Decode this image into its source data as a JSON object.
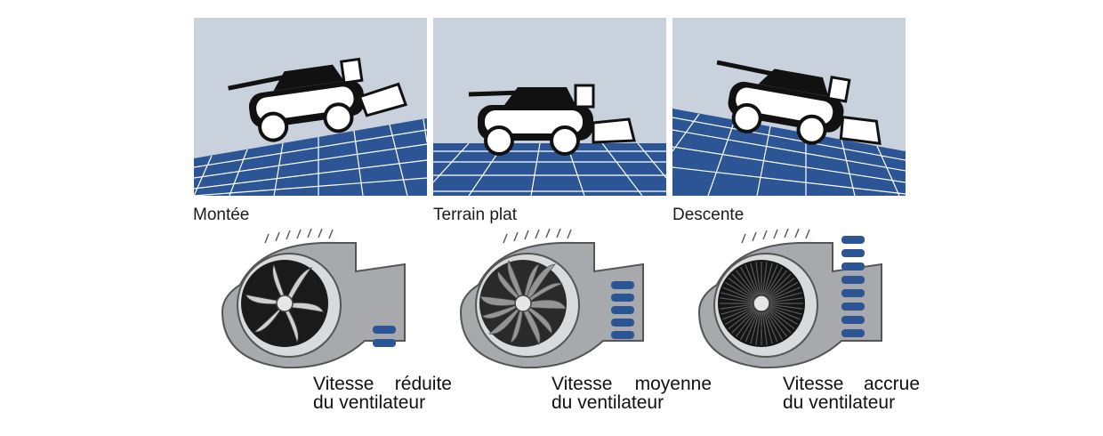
{
  "colors": {
    "sky": "#c9d1dc",
    "ground": "#2c5596",
    "grid": "#ffffff",
    "machine": "#111111",
    "housing": "#a7a9ac",
    "indicator": "#2c5596"
  },
  "panels": [
    {
      "id": "uphill",
      "caption": "Montée",
      "slope": "uphill"
    },
    {
      "id": "flat",
      "caption": "Terrain plat",
      "slope": "flat"
    },
    {
      "id": "downhill",
      "caption": "Descente",
      "slope": "downhill"
    }
  ],
  "fans": [
    {
      "id": "reduced",
      "line1": [
        "Vitesse",
        "réduite"
      ],
      "line2": "du ventilateur",
      "indicator_bars": 2
    },
    {
      "id": "medium",
      "line1": [
        "Vitesse",
        "moyenne"
      ],
      "line2": "du ventilateur",
      "indicator_bars": 5
    },
    {
      "id": "increased",
      "line1": [
        "Vitesse",
        "accrue"
      ],
      "line2": "du ventilateur",
      "indicator_bars": 8
    }
  ]
}
